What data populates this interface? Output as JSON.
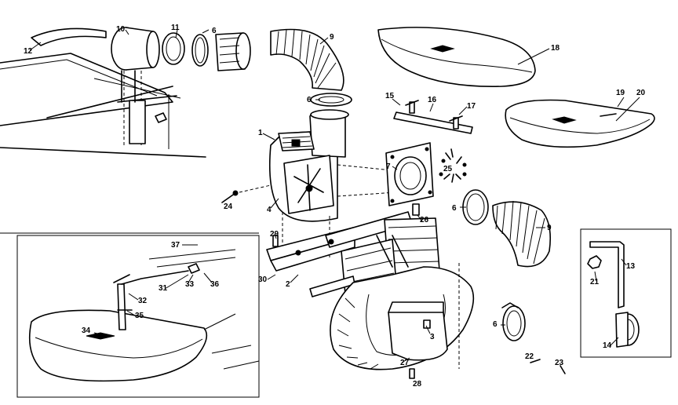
{
  "callouts": {
    "c1": "1",
    "c2": "2",
    "c3": "3",
    "c4": "4",
    "c6a": "6",
    "c6b": "6",
    "c6c": "6",
    "c6d": "6",
    "c7": "7",
    "c9a": "9",
    "c9b": "9",
    "c10": "10",
    "c11": "11",
    "c12": "12",
    "c13": "13",
    "c14": "14",
    "c15": "15",
    "c16": "16",
    "c17": "17",
    "c18": "18",
    "c19": "19",
    "c20": "20",
    "c21": "21",
    "c22": "22",
    "c23": "23",
    "c24": "24",
    "c25": "25",
    "c26": "26",
    "c27": "27",
    "c28": "28",
    "c29": "29",
    "c30": "30",
    "c31": "31",
    "c32": "32",
    "c33": "33",
    "c34": "34",
    "c35": "35",
    "c36": "36",
    "c37": "37"
  }
}
